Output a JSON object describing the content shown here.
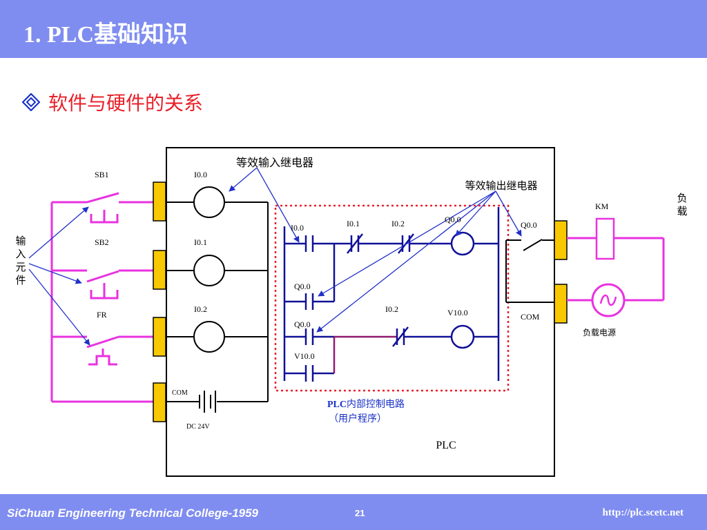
{
  "header": {
    "title": "1. PLC基础知识"
  },
  "subtitle": {
    "text": "软件与硬件的关系"
  },
  "diagram": {
    "equiv_input_relay": "等效输入继电器",
    "equiv_output_relay": "等效输出继电器",
    "input_elements": [
      "输",
      "入",
      "元",
      "件"
    ],
    "load": [
      "负",
      "载"
    ],
    "input_devices": {
      "sb1": "SB1",
      "sb2": "SB2",
      "fr": "FR"
    },
    "input_coils": {
      "i00": "I0.0",
      "i01": "I0.1",
      "i02": "I0.2"
    },
    "com": "COM",
    "power": "DC 24V",
    "ladder": {
      "r1_c1": "I0.0",
      "r1_c2": "I0.1",
      "r1_c3": "I0.2",
      "r1_out": "Q0.0",
      "r2_c1": "Q0.0",
      "r3_c1": "Q0.0",
      "r3_c2": "I0.2",
      "r3_out": "V10.0",
      "r4_c1": "V10.0"
    },
    "output_q00": "Q0.0",
    "output_com": "COM",
    "km": "KM",
    "load_power": "负载电源",
    "internal_circuit": {
      "prefix": "PLC",
      "suffix": "内部控制电路",
      "line2": "（用户程序）"
    },
    "plc_label": "PLC"
  },
  "footer": {
    "college": "SiChuan Engineering Technical College-1959",
    "page": "21",
    "url": "http://plc.scetc.net"
  },
  "colors": {
    "header_bg": "#7f8df0",
    "accent_red": "#e8202a",
    "wire_magenta": "#e832e0",
    "terminal_yellow": "#f8c800",
    "ladder_blue": "#101098",
    "arrow_blue": "#2030c8"
  }
}
